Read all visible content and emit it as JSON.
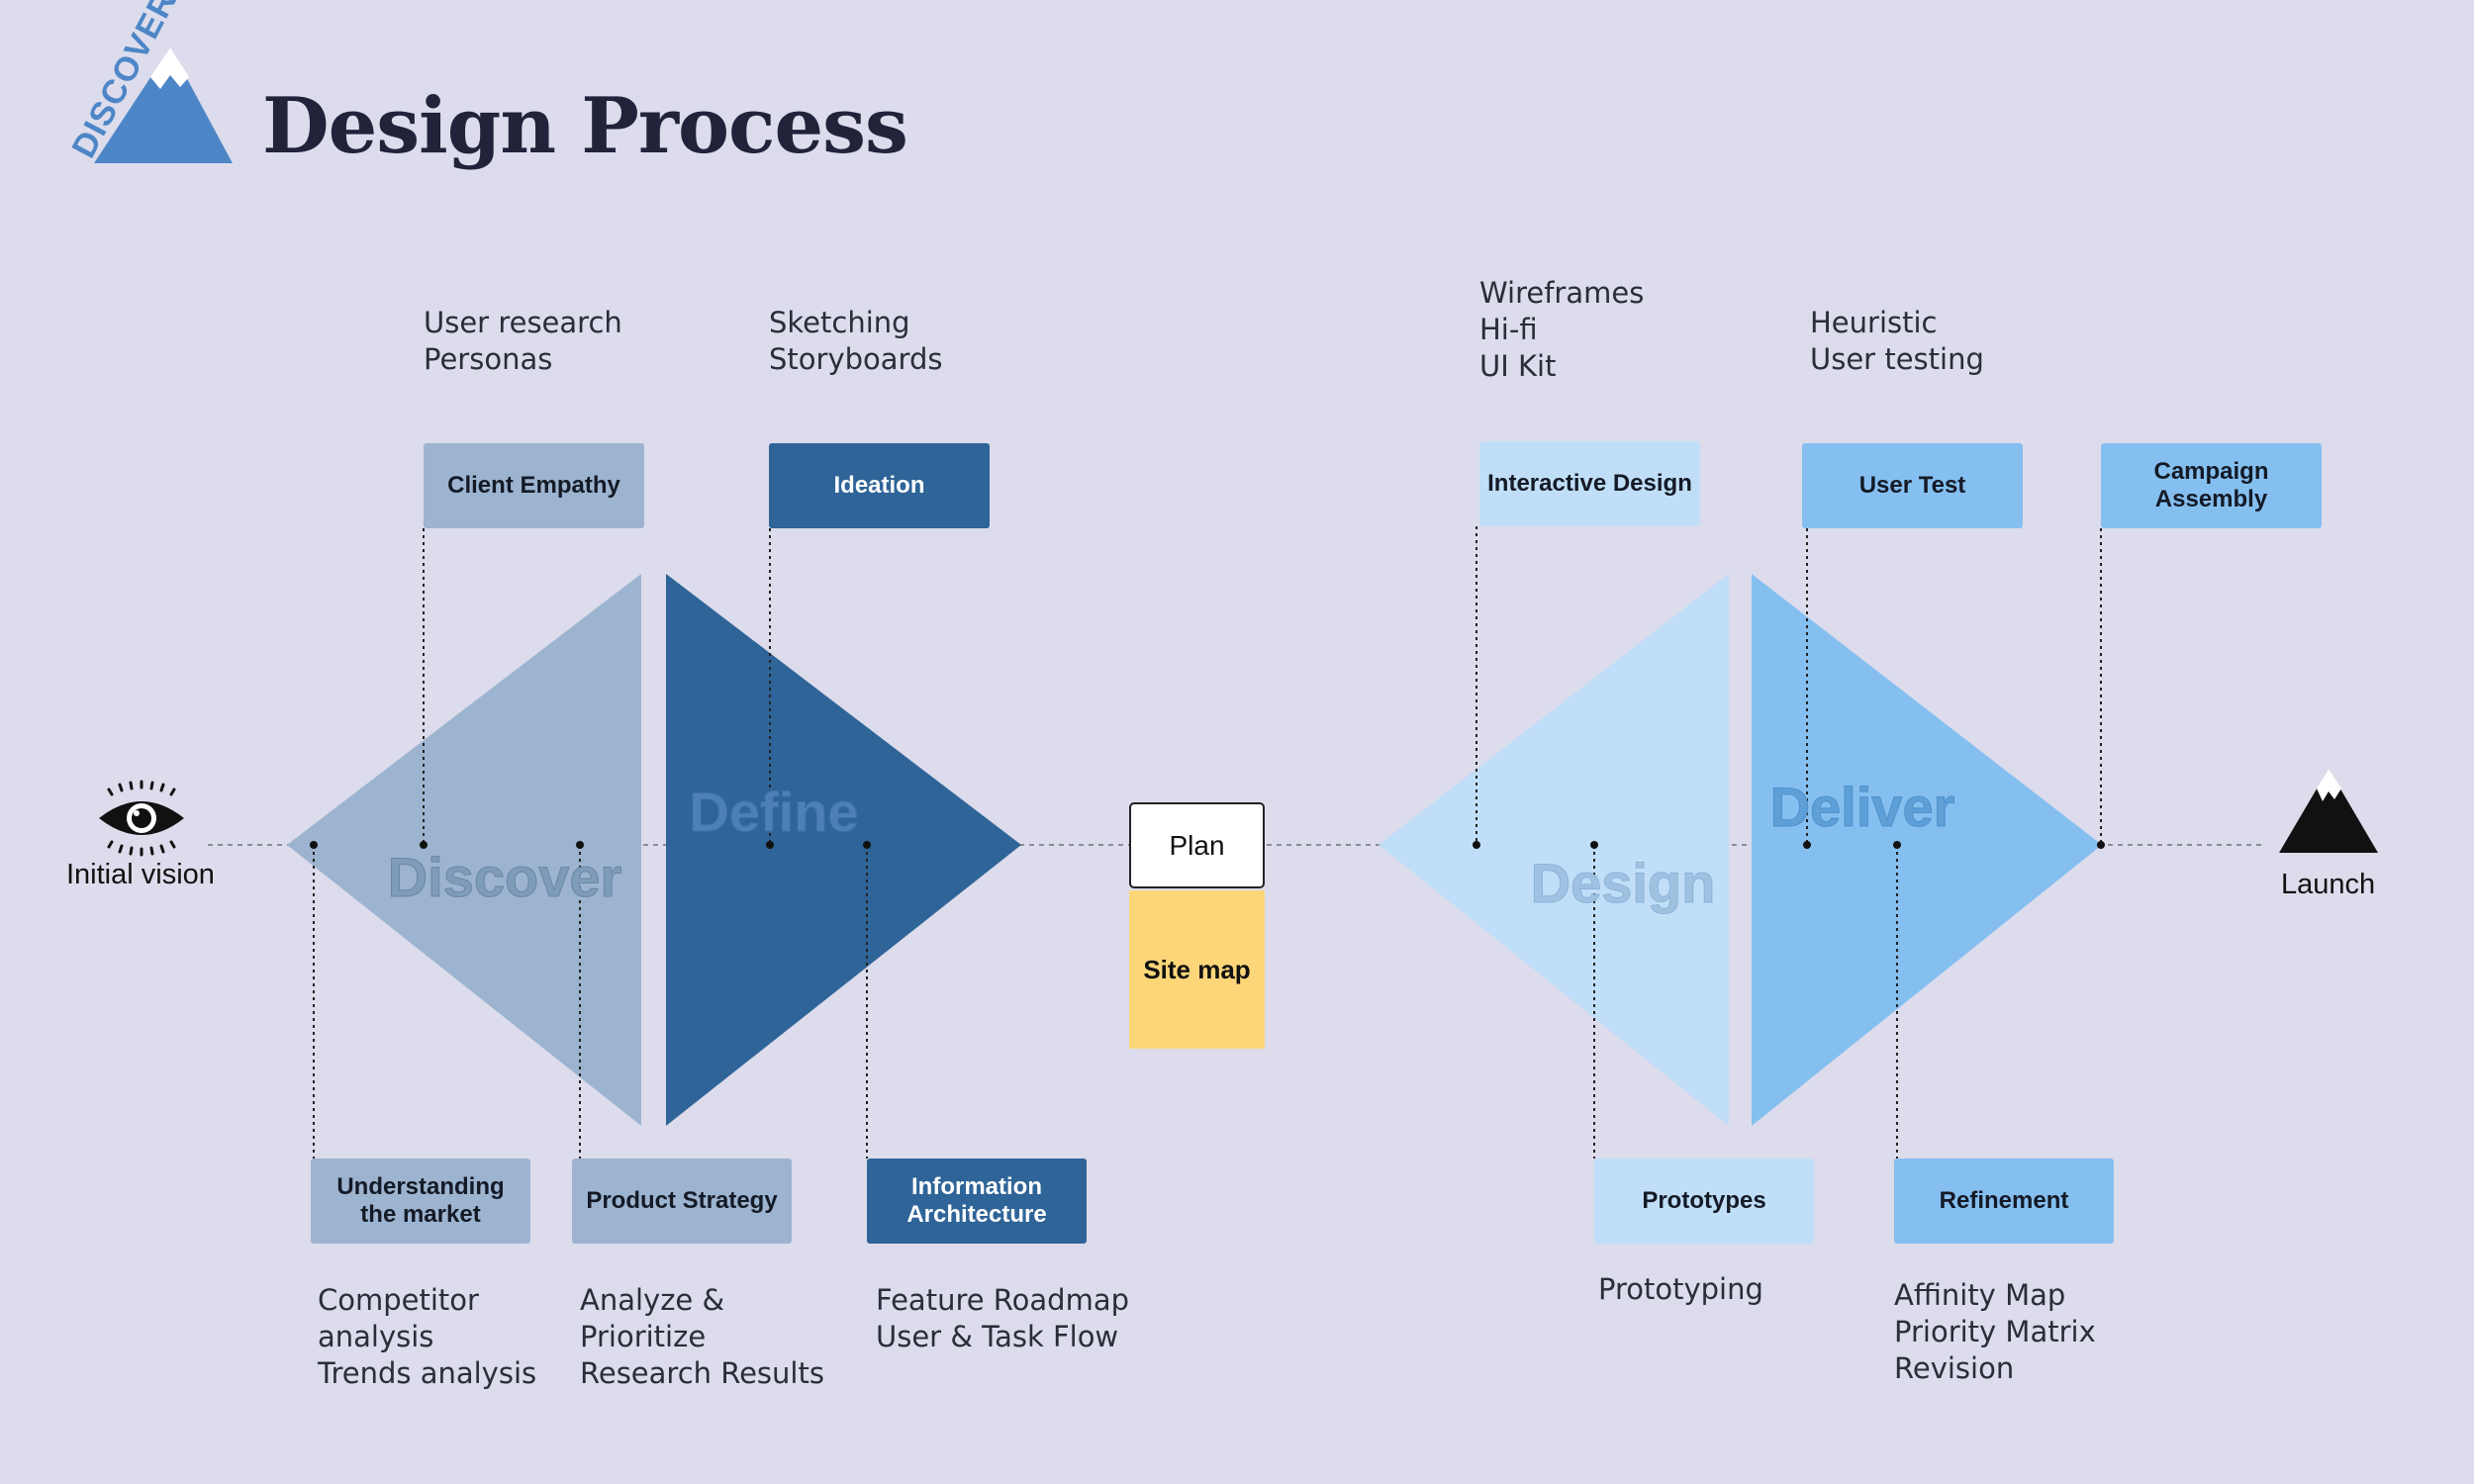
{
  "title": "Design Process",
  "logo": {
    "text": "DISCOVER",
    "icon": "mountain-icon"
  },
  "colors": {
    "background": "#dcdcec",
    "discover": "#9cb4cf",
    "define": "#2f6498",
    "design": "#c0def7",
    "deliver": "#85bff0",
    "plan": "#ffffff",
    "sitemap": "#fdd679"
  },
  "start": {
    "label": "Initial vision",
    "icon": "eye-icon"
  },
  "end": {
    "label": "Launch",
    "icon": "mountain-icon"
  },
  "phases": [
    {
      "name": "Discover",
      "color": "#9cb4cf"
    },
    {
      "name": "Define",
      "color": "#2f6498"
    },
    {
      "name": "Design",
      "color": "#c0def7"
    },
    {
      "name": "Deliver",
      "color": "#85bff0"
    }
  ],
  "center": {
    "plan": "Plan",
    "sitemap": "Site map"
  },
  "top_boxes": [
    {
      "label": "Client Empathy",
      "notes": [
        "User research",
        "Personas"
      ]
    },
    {
      "label": "Ideation",
      "notes": [
        "Sketching",
        "Storyboards"
      ]
    },
    {
      "label": "Interactive Design",
      "notes": [
        "Wireframes",
        "Hi-fi",
        "UI Kit"
      ]
    },
    {
      "label": "User Test",
      "notes": [
        "Heuristic",
        "User testing"
      ]
    },
    {
      "label": "Campaign Assembly",
      "notes": []
    }
  ],
  "bottom_boxes": [
    {
      "label": "Understanding the market",
      "notes": [
        "Competitor",
        "analysis",
        "Trends analysis"
      ]
    },
    {
      "label": "Product Strategy",
      "notes": [
        "Analyze &",
        "Prioritize",
        "Research Results"
      ]
    },
    {
      "label": "Information Architecture",
      "notes": [
        "Feature Roadmap",
        "User & Task Flow"
      ]
    },
    {
      "label": "Prototypes",
      "notes": [
        "Prototyping"
      ]
    },
    {
      "label": "Refinement",
      "notes": [
        "Affinity Map",
        "Priority Matrix",
        "Revision"
      ]
    }
  ]
}
